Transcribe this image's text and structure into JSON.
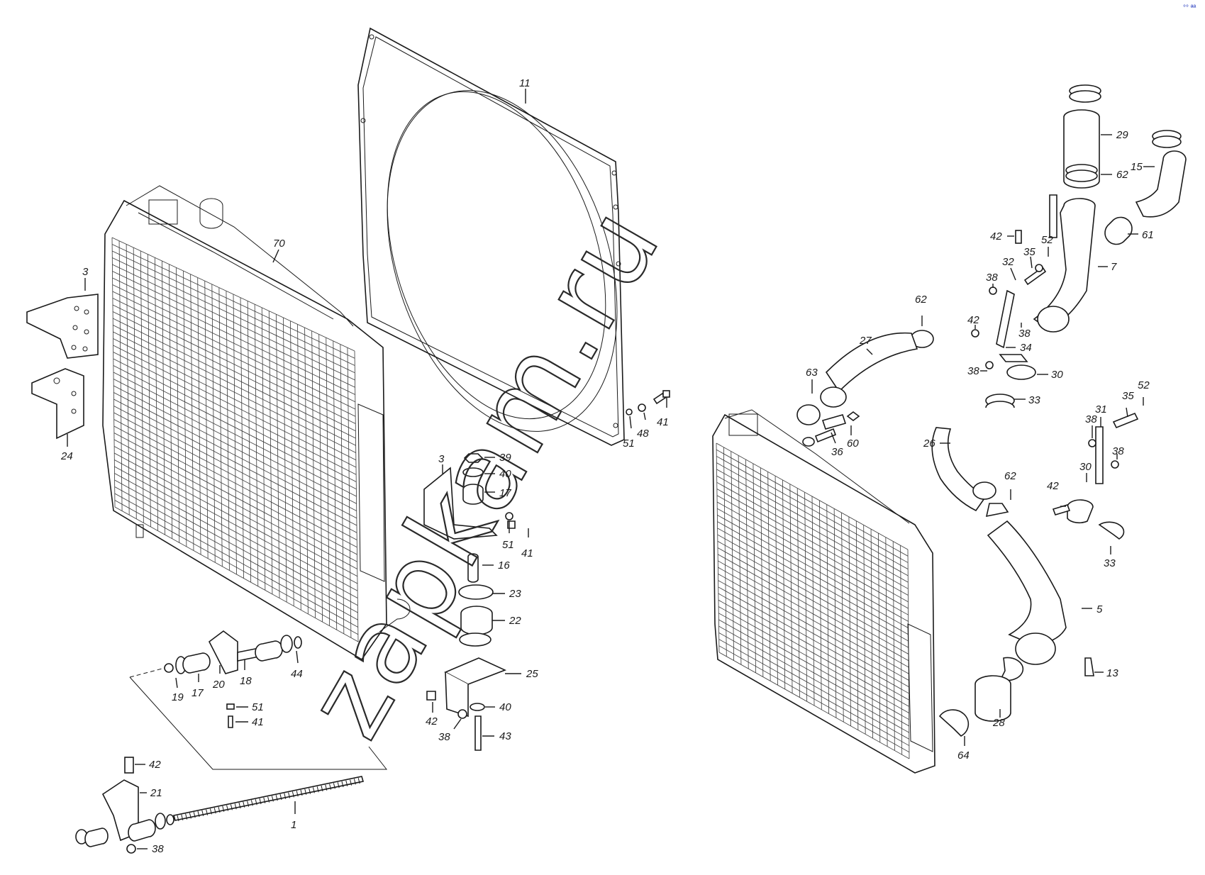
{
  "watermark": "zapkam.ru",
  "corner_mark": "°° ªª",
  "labels": [
    "70",
    "3",
    "24",
    "11",
    "39",
    "40",
    "17",
    "3",
    "51",
    "41",
    "16",
    "23",
    "22",
    "25",
    "42",
    "40",
    "38",
    "43",
    "19",
    "17",
    "20",
    "18",
    "44",
    "51",
    "41",
    "42",
    "21",
    "1",
    "38",
    "41",
    "48",
    "51",
    "29",
    "62",
    "15",
    "61",
    "42",
    "35",
    "52",
    "7",
    "32",
    "38",
    "38",
    "42",
    "34",
    "38",
    "30",
    "33",
    "62",
    "27",
    "63",
    "60",
    "36",
    "26",
    "31",
    "35",
    "52",
    "38",
    "38",
    "30",
    "42",
    "33",
    "62",
    "5",
    "13",
    "28",
    "64"
  ]
}
